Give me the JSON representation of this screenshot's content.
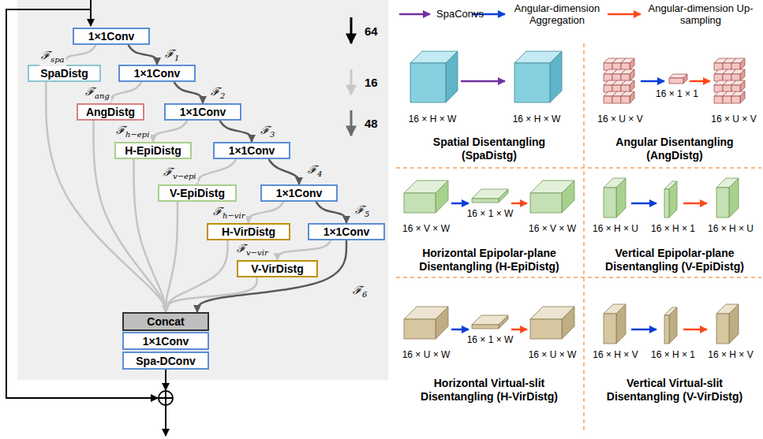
{
  "diagram": {
    "nodes": [
      {
        "text": [
          "1×1Conv"
        ]
      },
      {
        "text": [
          "SpaDistg"
        ]
      },
      {
        "text": [
          "1×1Conv"
        ]
      },
      {
        "text": [
          "AngDistg"
        ]
      },
      {
        "text": [
          "1×1Conv"
        ]
      },
      {
        "text": [
          "H-EpiDistg"
        ]
      },
      {
        "text": [
          "1×1Conv"
        ]
      },
      {
        "text": [
          "V-EpiDistg"
        ]
      },
      {
        "text": [
          "1×1Conv"
        ]
      },
      {
        "text": [
          "H-VirDistg"
        ]
      },
      {
        "text": [
          "1×1Conv"
        ]
      },
      {
        "text": [
          "V-VirDistg"
        ]
      },
      {
        "text": [
          "Concat"
        ]
      },
      {
        "text": [
          "1×1Conv"
        ]
      },
      {
        "text": [
          "Spa-DConv"
        ]
      }
    ],
    "edges": [
      {
        "from": 0,
        "to": 1,
        "arrow": "to",
        "label": "ℱspa"
      },
      {
        "from": 0,
        "to": 2,
        "arrow": "to",
        "label": "ℱ1"
      },
      {
        "from": 2,
        "to": 3,
        "arrow": "to",
        "label": "ℱang"
      },
      {
        "from": 2,
        "to": 4,
        "arrow": "to",
        "label": "ℱ2"
      },
      {
        "from": 4,
        "to": 5,
        "arrow": "to",
        "label": "ℱh−epi"
      },
      {
        "from": 4,
        "to": 6,
        "arrow": "to",
        "label": "ℱ3"
      },
      {
        "from": 6,
        "to": 7,
        "arrow": "to",
        "label": "ℱv−epi"
      },
      {
        "from": 6,
        "to": 8,
        "arrow": "to",
        "label": "ℱ4"
      },
      {
        "from": 8,
        "to": 9,
        "arrow": "to",
        "label": "ℱh−vir"
      },
      {
        "from": 8,
        "to": 10,
        "arrow": "to",
        "label": "ℱ5"
      },
      {
        "from": 10,
        "to": 11,
        "arrow": "to",
        "label": "ℱv−vir"
      },
      {
        "from": 10,
        "to": 12,
        "arrow": "to",
        "label": "ℱ6"
      },
      {
        "from": 1,
        "to": 12,
        "arrow": "to"
      },
      {
        "from": 3,
        "to": 12,
        "arrow": "to"
      },
      {
        "from": 5,
        "to": 12,
        "arrow": "to"
      },
      {
        "from": 7,
        "to": 12,
        "arrow": "to"
      },
      {
        "from": 9,
        "to": 12,
        "arrow": "to"
      },
      {
        "from": 11,
        "to": 12,
        "arrow": "to"
      }
    ],
    "labels": [
      "64",
      "16",
      "48",
      "16 × H × W",
      "16 × H × W",
      "Spatial Disentangling (SpaDistg)",
      "16 × U × V",
      "16 × 1 × 1",
      "16 × U × V",
      "Angular Disentangling (AngDistg)",
      "16 × V × W",
      "16 × 1 × W",
      "16 × V × W",
      "Horizontal Epipolar-plane Disentangling (H-EpiDistg)",
      "16 × H × U",
      "16 × H × 1",
      "16 × H × U",
      "Vertical Epipolar-plane Disentangling (V-EpiDistg)",
      "16 × U × W",
      "16 × 1 × W",
      "16 × U × W",
      "Horizontal Virtual-slit Disentangling (H-VirDistg)",
      "16 × H × V",
      "16 × H × 1",
      "16 × H × V",
      "Vertical Virtual-slit Disentangling (V-VirDistg)"
    ],
    "legend": [
      {
        "text": "SpaConvs"
      },
      {
        "text": "Angular-dimension Aggregation"
      },
      {
        "text": "Angular-dimension Up-sampling"
      }
    ]
  }
}
